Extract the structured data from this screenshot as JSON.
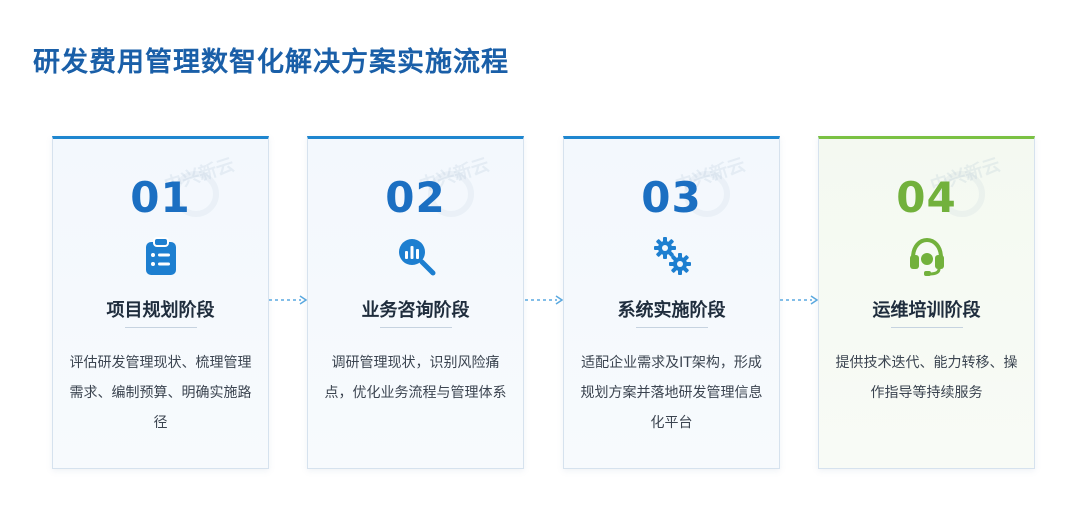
{
  "title": "研发费用管理数智化解决方案实施流程",
  "watermark": "中兴新云",
  "colors": {
    "title": "#1a5fa8",
    "blue_accent": "#1e86cf",
    "blue_number": "#1b6fc2",
    "icon_blue": "#1d7fd0",
    "green_accent": "#7ac143",
    "green_number": "#72b13c",
    "arrow": "#5aa9e0"
  },
  "steps": [
    {
      "number": "01",
      "title": "项目规划阶段",
      "icon": "clipboard-list-icon",
      "description": "评估研发管理现状、梳理管理需求、编制预算、明确实施路径"
    },
    {
      "number": "02",
      "title": "业务咨询阶段",
      "icon": "magnifier-chart-icon",
      "description": "调研管理现状，识别风险痛点，优化业务流程与管理体系"
    },
    {
      "number": "03",
      "title": "系统实施阶段",
      "icon": "gears-icon",
      "description": "适配企业需求及IT架构，形成规划方案并落地研发管理信息化平台"
    },
    {
      "number": "04",
      "title": "运维培训阶段",
      "icon": "headset-icon",
      "description": "提供技术迭代、能力转移、操作指导等持续服务"
    }
  ]
}
